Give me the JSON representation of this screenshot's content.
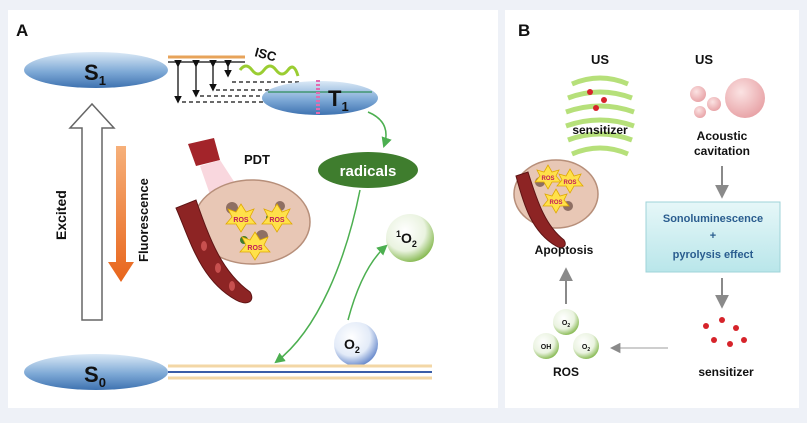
{
  "panel_a": {
    "label": "A",
    "s1": "S",
    "s1_sub": "1",
    "s0": "S",
    "s0_sub": "0",
    "t1": "T",
    "t1_sub": "1",
    "isc": "ISC",
    "excited": "Excited",
    "fluorescence": "Fluorescence",
    "pdt": "PDT",
    "radicals": "radicals",
    "singlet_oxygen_sup": "1",
    "singlet_oxygen": "O",
    "singlet_oxygen_sub": "2",
    "oxygen": "O",
    "oxygen_sub": "2",
    "ros_labels": [
      "ROS",
      "ROS",
      "ROS"
    ]
  },
  "panel_b": {
    "label": "B",
    "us_left": "US",
    "us_right": "US",
    "sensitizer_top": "sensitizer",
    "acoustic_cavitation_line1": "Acoustic",
    "acoustic_cavitation_line2": "cavitation",
    "sono_box_line1": "Sonoluminescence",
    "sono_box_line2": "+",
    "sono_box_line3": "pyrolysis effect",
    "apoptosis": "Apoptosis",
    "ros": "ROS",
    "sensitizer_bottom": "sensitizer",
    "ros_bubble_labels": [
      "O",
      "OH",
      "O"
    ],
    "ros_bubble_subs": [
      "2",
      "",
      "2"
    ],
    "tumor_ros_labels": [
      "ROS",
      "ROS",
      "ROS"
    ]
  },
  "colors": {
    "ellipse_blue": "#5b8fc9",
    "fluorescence_orange": "#ef7d22",
    "radicals_green": "#3f7d2e",
    "arrow_green": "#4caf50",
    "sono_box": "#c8ecef",
    "sensitizer_red": "#d6232a"
  }
}
